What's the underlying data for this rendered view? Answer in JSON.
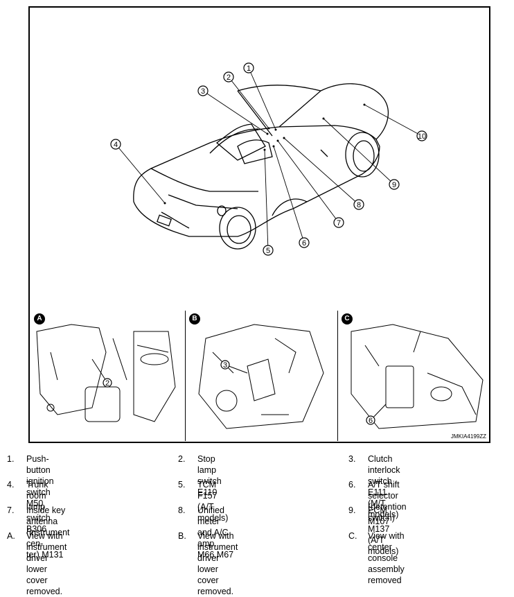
{
  "figure_code": "JMKIA4199ZZ",
  "callouts_main": [
    "1",
    "2",
    "3",
    "4",
    "5",
    "6",
    "7",
    "8",
    "9",
    "10"
  ],
  "details": [
    {
      "letter": "A",
      "callout": "2"
    },
    {
      "letter": "B",
      "callout": "3"
    },
    {
      "letter": "C",
      "callout": "6"
    }
  ],
  "legend": [
    {
      "num": "1.",
      "text": "Push-button ignition switch M50"
    },
    {
      "num": "2.",
      "text": "Stop lamp switch E110"
    },
    {
      "num": "3.",
      "text": "Clutch interlock switch E111\n(M/T models)"
    },
    {
      "num": "4.",
      "text": "Trunk room lamp switch B306"
    },
    {
      "num": "5.",
      "text": "TCM F157\n(A/T models)"
    },
    {
      "num": "6.",
      "text": "A/T shift selector (detention switch)\nM137 (A/T models)"
    },
    {
      "num": "7.",
      "text": "Inside key antenna (instrument cen-\nter) M131"
    },
    {
      "num": "8.",
      "text": "Unified meter and A/C amp.\nM66,M67"
    },
    {
      "num": "9.",
      "text": "ECM M107"
    },
    {
      "num": "A.",
      "text": "View with instrument driver lower\ncover removed."
    },
    {
      "num": "B.",
      "text": "View with instrument driver lower\ncover removed."
    },
    {
      "num": "C.",
      "text": "View with center console assembly\nremoved"
    }
  ]
}
